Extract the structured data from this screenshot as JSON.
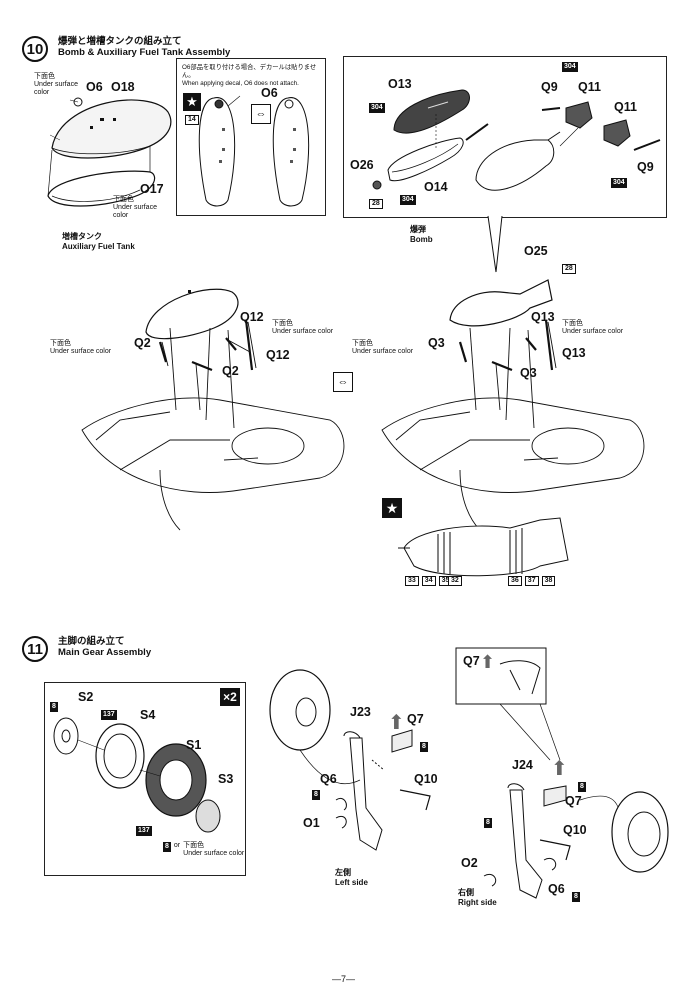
{
  "page_number": "—7—",
  "step10": {
    "number": "10",
    "title_jp": "爆弾と増槽タンクの組み立て",
    "title_en": "Bomb & Auxiliary Fuel Tank Assembly",
    "aux_tank_jp": "増槽タンク",
    "aux_tank_en": "Auxiliary Fuel Tank",
    "bomb_jp": "爆弾",
    "bomb_en": "Bomb",
    "decal_note_jp": "O6部品を取り付ける場合、デカールは貼りません。",
    "decal_note_en": "When applying decal, O6 does not attach.",
    "usc_jp": "下面色",
    "usc_en_a": "Under surface",
    "usc_en_b": "color",
    "usc_en_full": "Under surface color",
    "parts": {
      "O6": "O6",
      "O18": "O18",
      "O17": "O17",
      "O13": "O13",
      "O14": "O14",
      "O26": "O26",
      "O25": "O25",
      "Q9": "Q9",
      "Q11": "Q11",
      "Q2": "Q2",
      "Q12": "Q12",
      "Q3": "Q3",
      "Q13": "Q13"
    },
    "color_codes": {
      "c14": "14",
      "c28": "28",
      "c304": "304"
    },
    "bomb_decals": [
      "33",
      "34",
      "35",
      "32",
      "36",
      "37",
      "38"
    ]
  },
  "step11": {
    "number": "11",
    "title_jp": "主脚の組み立て",
    "title_en": "Main Gear Assembly",
    "multiplier": "×2",
    "or": "or",
    "usc_jp": "下面色",
    "usc_en": "Under surface color",
    "left_jp": "左側",
    "left_en": "Left side",
    "right_jp": "右側",
    "right_en": "Right side",
    "parts": {
      "S1": "S1",
      "S2": "S2",
      "S3": "S3",
      "S4": "S4",
      "J23": "J23",
      "J24": "J24",
      "Q6": "Q6",
      "Q7": "Q7",
      "Q10": "Q10",
      "O1": "O1",
      "O2": "O2"
    },
    "color_codes": {
      "c8": "8",
      "c137": "137"
    }
  }
}
